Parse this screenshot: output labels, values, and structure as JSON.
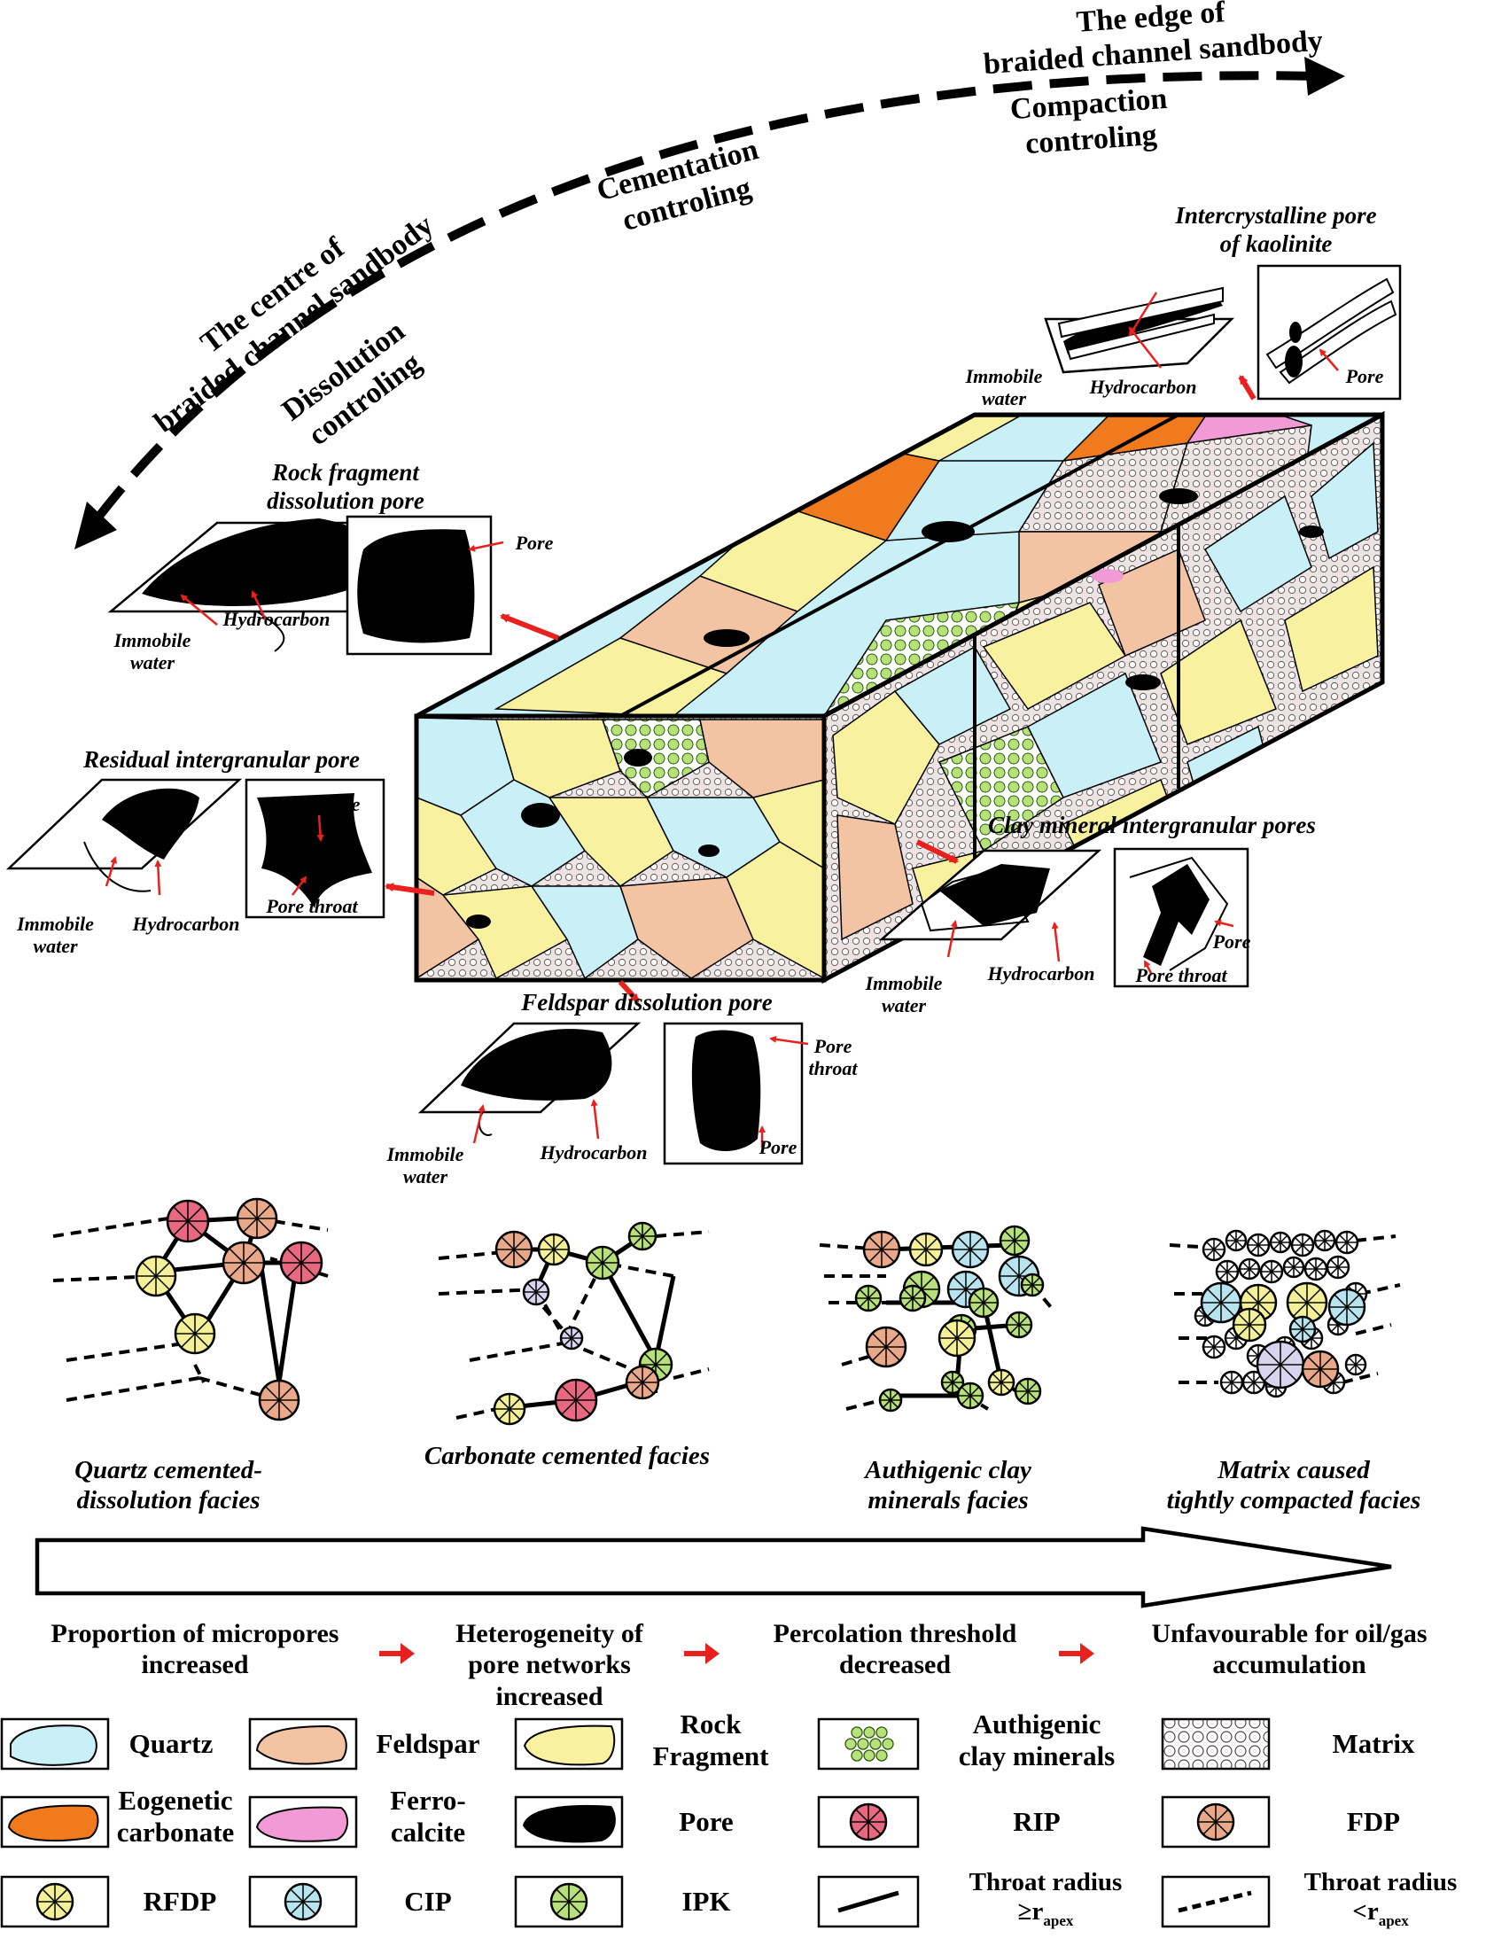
{
  "arc": {
    "edge_line1": "The edge of",
    "edge_line2": "braided channel sandbody",
    "compaction_line1": "Compaction",
    "compaction_line2": "controling",
    "cementation_line1": "Cementation",
    "cementation_line2": "controling",
    "centre_line1": "The centre of",
    "centre_line2": "braided channel sandbody",
    "dissolution_line1": "Dissolution",
    "dissolution_line2": "controling"
  },
  "pore_types": {
    "kaolinite": {
      "title_line1": "Intercrystalline pore",
      "title_line2": "of kaolinite",
      "immobile_line1": "Immobile",
      "immobile_line2": "water",
      "hydrocarbon": "Hydrocarbon",
      "pore": "Pore"
    },
    "rock_fragment": {
      "title_line1": "Rock fragment",
      "title_line2": "dissolution pore",
      "immobile_line1": "Immobile",
      "immobile_line2": "water",
      "hydrocarbon": "Hydrocarbon",
      "pore": "Pore"
    },
    "residual": {
      "title": "Residual intergranular pore",
      "immobile_line1": "Immobile",
      "immobile_line2": "water",
      "hydrocarbon": "Hydrocarbon",
      "pore": "Pore",
      "throat": "Pore throat"
    },
    "clay": {
      "title": "Clay mineral intergranular pores",
      "immobile_line1": "Immobile",
      "immobile_line2": "water",
      "hydrocarbon": "Hydrocarbon",
      "pore": "Pore",
      "throat": "Pore throat"
    },
    "feldspar": {
      "title": "Feldspar dissolution pore",
      "immobile_line1": "Immobile",
      "immobile_line2": "water",
      "hydrocarbon": "Hydrocarbon",
      "pore": "Pore",
      "throat_line1": "Pore",
      "throat_line2": "throat"
    }
  },
  "facies": [
    {
      "line1": "Quartz cemented-",
      "line2": "dissolution facies"
    },
    {
      "line1": "Carbonate cemented facies",
      "line2": ""
    },
    {
      "line1": "Authigenic clay",
      "line2": "minerals facies"
    },
    {
      "line1": "Matrix caused",
      "line2": "tightly compacted facies"
    }
  ],
  "trend": [
    {
      "line1": "Proportion of micropores",
      "line2": "increased",
      "line3": ""
    },
    {
      "line1": "Heterogeneity of",
      "line2": "pore networks",
      "line3": "increased"
    },
    {
      "line1": "Percolation threshold",
      "line2": "decreased",
      "line3": ""
    },
    {
      "line1": "Unfavourable for oil/gas",
      "line2": "accumulation",
      "line3": ""
    }
  ],
  "legend": {
    "quartz": "Quartz",
    "feldspar": "Feldspar",
    "rock_line1": "Rock",
    "rock_line2": "Fragment",
    "clay_line1": "Authigenic",
    "clay_line2": "clay minerals",
    "matrix": "Matrix",
    "eog_line1": "Eogenetic",
    "eog_line2": "carbonate",
    "ferro_line1": "Ferro-",
    "ferro_line2": "calcite",
    "pore": "Pore",
    "rip": "RIP",
    "fdp": "FDP",
    "rfdp": "RFDP",
    "cip": "CIP",
    "ipk": "IPK",
    "throat_ge_line1": "Throat radius",
    "throat_ge_line2": "≥r",
    "throat_ge_sub": "apex",
    "throat_lt_line1": "Throat radius",
    "throat_lt_line2": "<r",
    "throat_lt_sub": "apex"
  },
  "colors": {
    "quartz": "#c9f0f7",
    "feldspar": "#f3c4a4",
    "rock_fragment": "#f8f2a0",
    "clay": "#b7e27a",
    "eogenetic_carbonate": "#f07a1e",
    "ferrocalcite": "#f29ad6",
    "pore": "#000000",
    "rip": "#e8697f",
    "fdp": "#eaa88a",
    "rfdp": "#f4f098",
    "cip": "#b8e4ef",
    "ipk": "#b7e07a",
    "matrix_circle": "#d9d4ee",
    "arrow_red": "#e8211e"
  }
}
